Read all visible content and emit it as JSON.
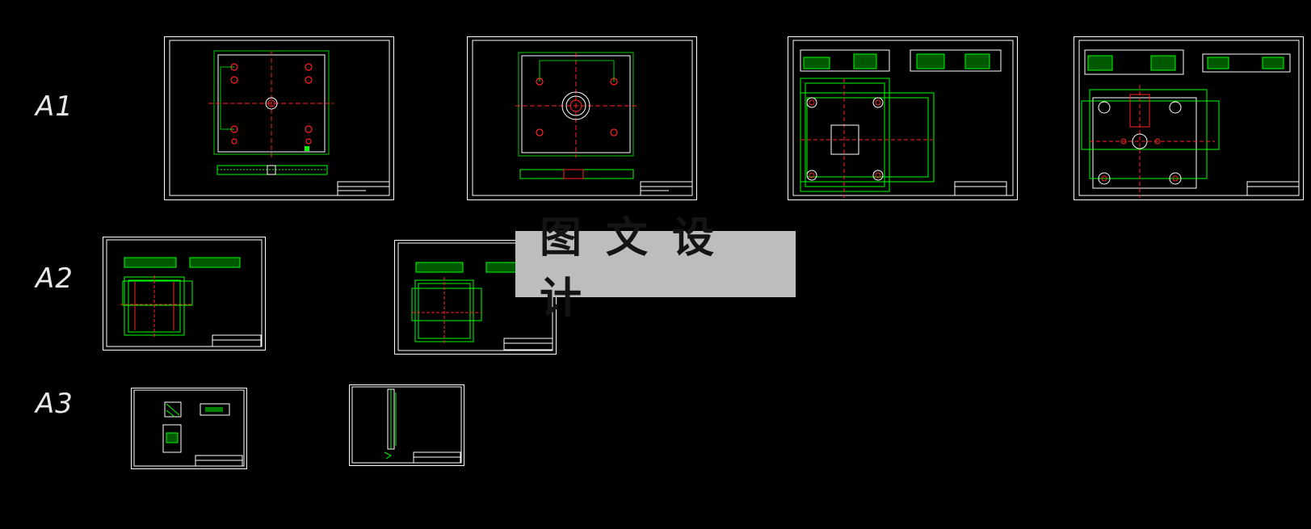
{
  "row_labels": {
    "a1": "A1",
    "a2": "A2",
    "a3": "A3"
  },
  "sheets": [
    {
      "row": "A1",
      "index": 1,
      "content": "plate-top-view"
    },
    {
      "row": "A1",
      "index": 2,
      "content": "plate-with-center-bore"
    },
    {
      "row": "A1",
      "index": 3,
      "content": "mold-assembly-a"
    },
    {
      "row": "A1",
      "index": 4,
      "content": "mold-assembly-b"
    },
    {
      "row": "A2",
      "index": 1,
      "content": "cavity-plate-a"
    },
    {
      "row": "A2",
      "index": 2,
      "content": "cavity-plate-b"
    },
    {
      "row": "A3",
      "index": 1,
      "content": "part-detail"
    },
    {
      "row": "A3",
      "index": 2,
      "content": "slender-part-detail"
    }
  ],
  "watermark": {
    "text": "图文设计"
  },
  "colors": {
    "background": "#000000",
    "frame": "#ffffff",
    "geometry": "#00ff00",
    "centerline": "#ff2020",
    "watermark_bg": "#bdbdbd"
  }
}
